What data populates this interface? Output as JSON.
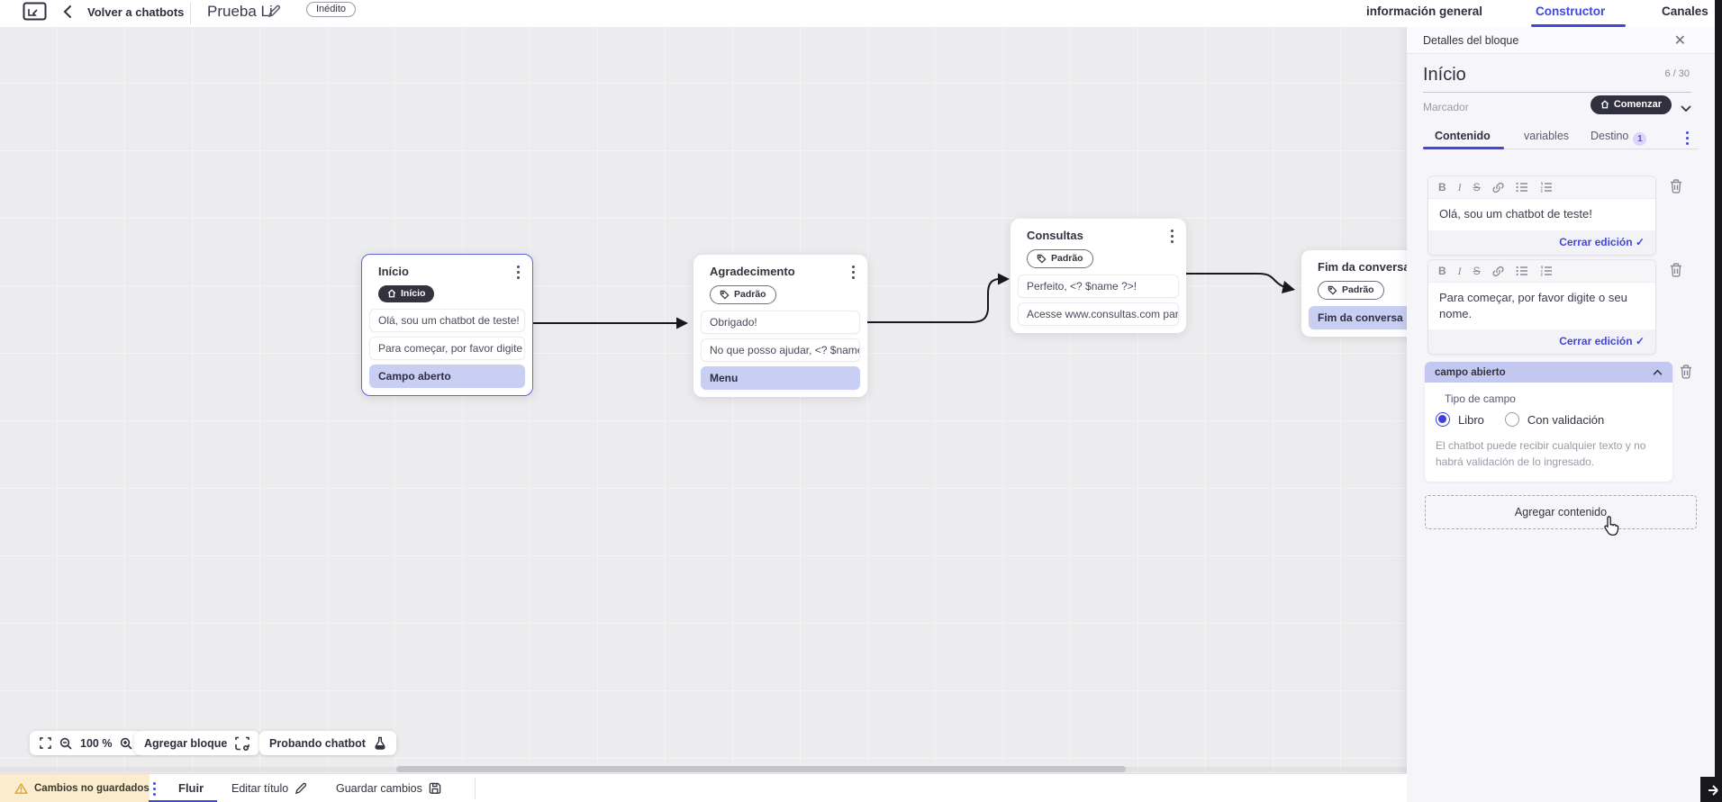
{
  "header": {
    "back_label": "Volver a chatbots",
    "title": "Prueba Li",
    "status_badge": "Inédito",
    "tabs": [
      {
        "label": "información general",
        "active": false
      },
      {
        "label": "Constructor",
        "active": true
      },
      {
        "label": "Canales",
        "active": false
      }
    ]
  },
  "panel": {
    "title": "Detalles del bloque",
    "block_title": "Início",
    "counter": "6 / 30",
    "marker_label": "Marcador",
    "marker_value": "Comenzar",
    "tabs": [
      {
        "label": "Contenido",
        "active": true
      },
      {
        "label": "variables",
        "active": false
      },
      {
        "label": "Destino",
        "badge": "1",
        "active": false
      }
    ],
    "editors": [
      {
        "text": "Olá, sou um chatbot de teste!",
        "close_label": "Cerrar edición"
      },
      {
        "text": "Para começar, por favor digite o seu nome.",
        "close_label": "Cerrar edición"
      }
    ],
    "open_field": {
      "header": "campo abierto",
      "type_label": "Tipo de campo",
      "options": [
        {
          "label": "Libro",
          "selected": true
        },
        {
          "label": "Con validación",
          "selected": false
        }
      ],
      "help": "El chatbot puede recibir cualquier texto y no habrá validación de lo ingresado."
    },
    "add_content_label": "Agregar contenido"
  },
  "canvas": {
    "nodes": [
      {
        "title": "Início",
        "badge": "Início",
        "rows": [
          {
            "text": "Olá, sou um chatbot de teste!"
          },
          {
            "text": "Para começar, por favor digite o ..."
          },
          {
            "text": "Campo aberto",
            "highlight": true
          }
        ]
      },
      {
        "title": "Agradecimento",
        "badge": "Padrão",
        "rows": [
          {
            "text": "Obrigado!"
          },
          {
            "text": "No que posso ajudar, <? $name ..."
          },
          {
            "text": "Menu",
            "highlight": true
          }
        ]
      },
      {
        "title": "Consultas",
        "badge": "Padrão",
        "rows": [
          {
            "text": "Perfeito, <? $name ?>!"
          },
          {
            "text": "Acesse www.consultas.com par..."
          }
        ]
      },
      {
        "title": "Fim da conversa",
        "badge": "Padrão",
        "rows": [
          {
            "text": "Fim da conversa",
            "highlight": true
          }
        ]
      }
    ]
  },
  "toolbar": {
    "zoom_level": "100 %",
    "add_block_label": "Agregar bloque",
    "test_label": "Probando chatbot"
  },
  "statusbar": {
    "warning": "Cambios no guardados",
    "flow_tab": "Fluir",
    "edit_title_label": "Editar título",
    "save_label": "Guardar cambios"
  },
  "icons": {
    "app-logo-icon": "window-outline",
    "back-icon": "chevron-left",
    "edit-pencil-icon": "pencil",
    "close-icon": "✕",
    "home-icon": "house",
    "tag-icon": "label-tag",
    "kebab-icon": "⋮",
    "bold-icon": "B",
    "italic-icon": "I",
    "strike-icon": "S",
    "link-icon": "chain",
    "bullet-list-icon": "list",
    "numbered-list-icon": "ordered-list",
    "trash-icon": "trash-can",
    "check-icon": "✓",
    "chevron-up-icon": "^",
    "chevron-down-icon": "v",
    "fullscreen-icon": "corners",
    "zoom-out-icon": "magnifier-minus",
    "zoom-in-icon": "magnifier-plus",
    "add-block-icon": "dashed-square-plus",
    "flask-icon": "flask",
    "warning-icon": "triangle-exclamation",
    "save-icon": "floppy-disk",
    "hand-cursor": "pointer-hand"
  },
  "colors": {
    "accent": "#4347d8",
    "dark_pill": "#33323e",
    "highlight_row": "#c9cef3",
    "warning_bg": "#fbeccd",
    "canvas_bg": "#ececee",
    "panel_bg": "#f6f6fa"
  }
}
